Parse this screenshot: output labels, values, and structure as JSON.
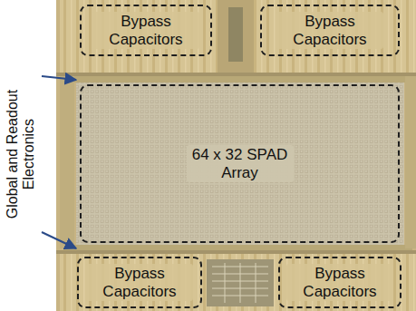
{
  "diagram": {
    "nodes": [
      {
        "text": [
          "Bypass Capacitors"
        ]
      },
      {
        "text": [
          "Bypass Capacitors"
        ]
      },
      {
        "text": [
          "64 x 32 SPAD Array"
        ]
      },
      {
        "text": [
          "Bypass Capacitors"
        ]
      },
      {
        "text": [
          "Bypass Capacitors"
        ]
      }
    ],
    "labels": [
      "Global and Readout Electronics"
    ]
  }
}
